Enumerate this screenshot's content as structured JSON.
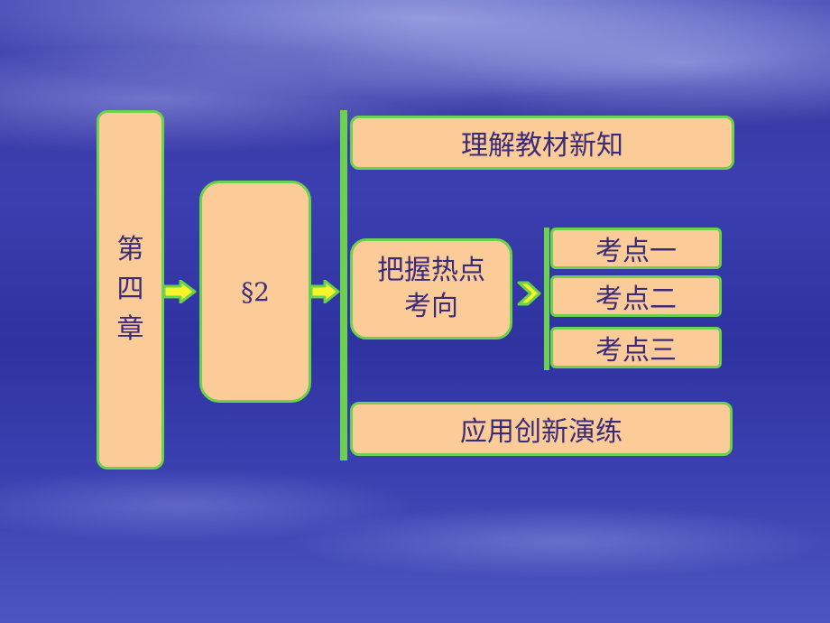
{
  "chapter": {
    "label": "第四章"
  },
  "section": {
    "label": "§2"
  },
  "branches": {
    "top": "理解教材新知",
    "middle": "把握热点考向",
    "bottom": "应用创新演练"
  },
  "points": [
    "考点一",
    "考点二",
    "考点三"
  ],
  "colors": {
    "box_fill": "#fccc98",
    "border": "#6ad24c",
    "text": "#3a2a7a",
    "arrow_fill": "#f5f52a"
  }
}
